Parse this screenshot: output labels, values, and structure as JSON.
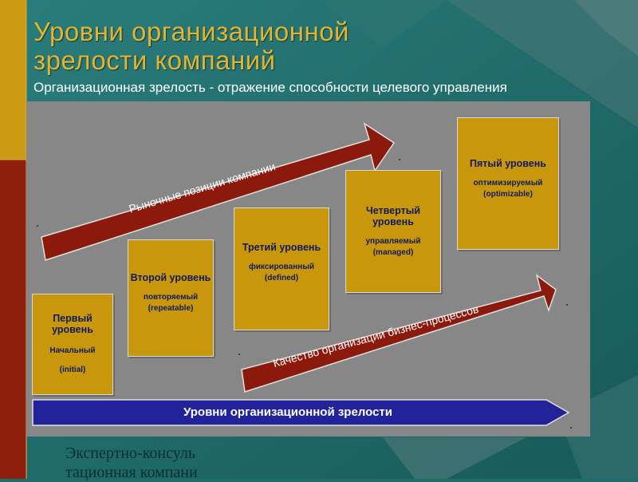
{
  "title_line1": "Уровни организационной",
  "title_line2": "зрелости компаний",
  "subtitle": "Организационная зрелость - отражение способности целевого управления",
  "arrow_market": "Рыночные позиции компании",
  "arrow_quality": "Качество организации бизнес-процессов",
  "bottom_arrow": "Уровни организационной зрелости",
  "levels": [
    {
      "name": "Первый уровень",
      "desc1": "Начальный",
      "desc2": "(initial)"
    },
    {
      "name": "Второй уровень",
      "desc1": "повторяемый",
      "desc2": "(repeatable)"
    },
    {
      "name": "Третий уровень",
      "desc1": "фиксированный",
      "desc2": "(defined)"
    },
    {
      "name": "Четвертый уровень",
      "desc1": "управляемый",
      "desc2": "(managed)"
    },
    {
      "name": "Пятый уровень",
      "desc1": "оптимизируемый",
      "desc2": "(optimizable)"
    }
  ],
  "footer_line1": "Экспертно-консуль",
  "footer_line2": "тационная компани",
  "colors": {
    "teal": "#1f6b6a",
    "gold": "#c9970c",
    "dark_red": "#8b1a0c",
    "navy": "#22229a",
    "panel_gray": "#878787"
  }
}
